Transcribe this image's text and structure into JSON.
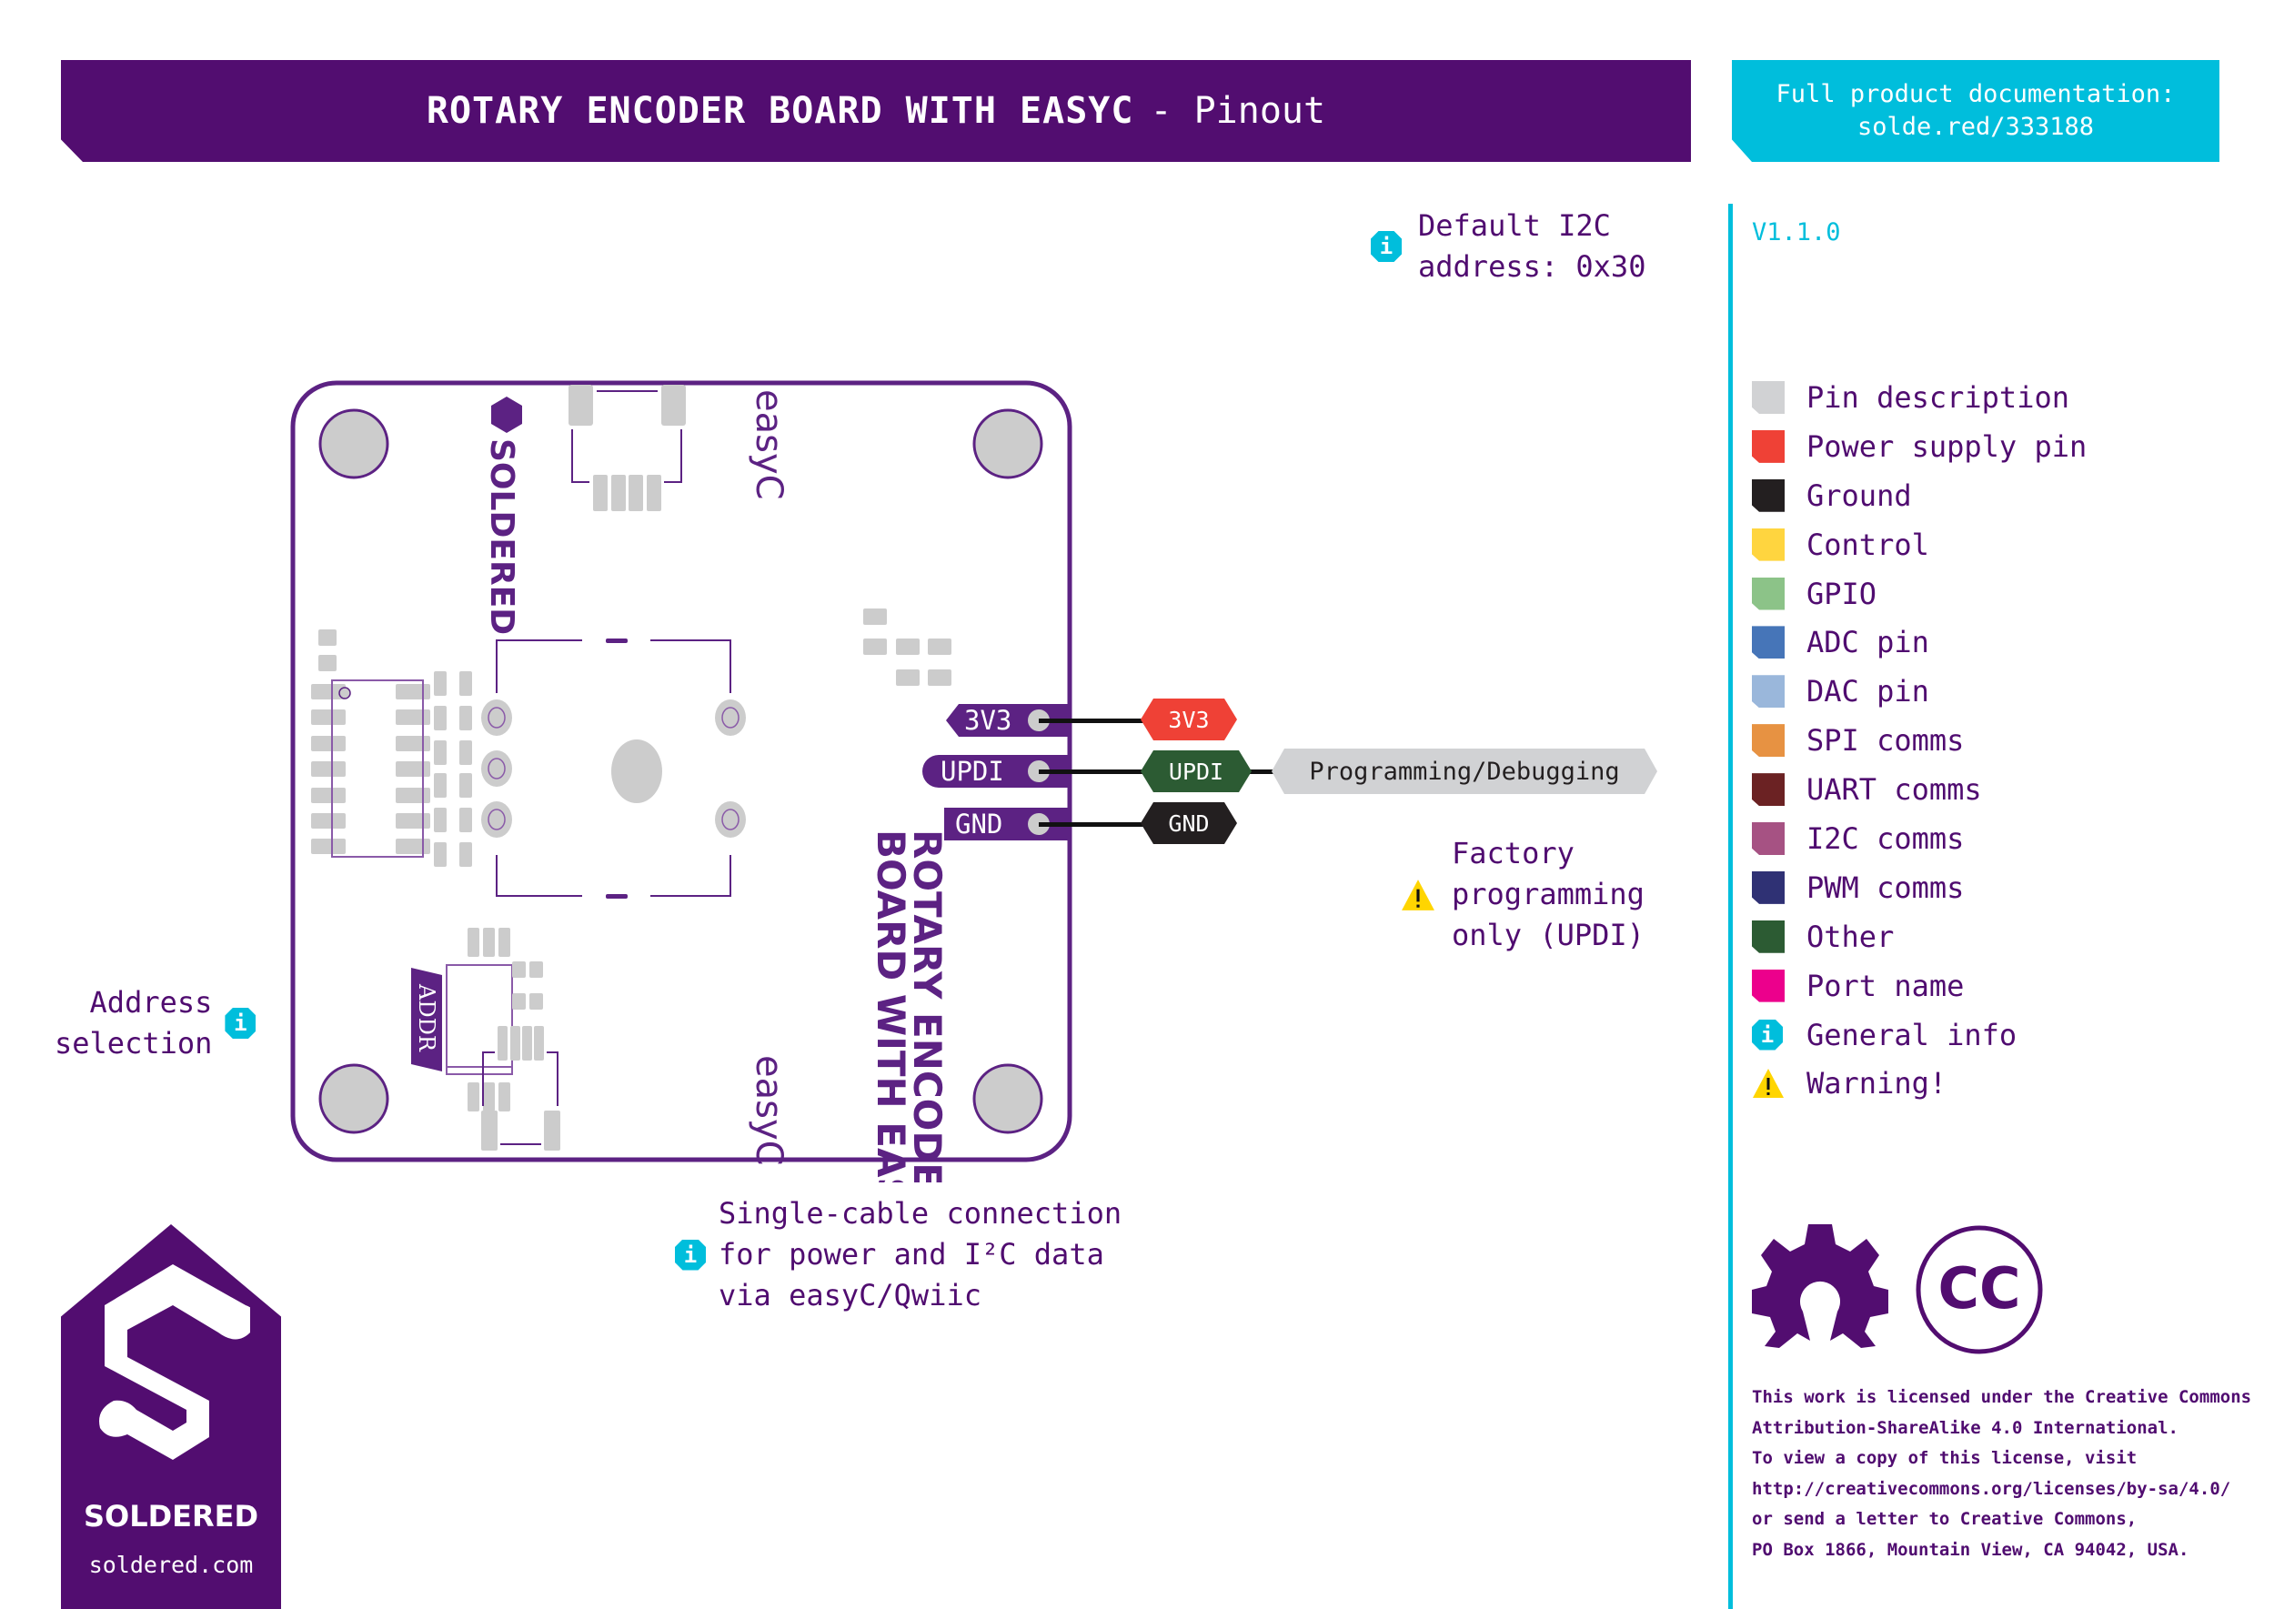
{
  "header": {
    "title_bold": "ROTARY ENCODER BOARD WITH EASYC",
    "title_rest": "- Pinout"
  },
  "docs": {
    "line1": "Full product documentation:",
    "line2": "solde.red/333188"
  },
  "version": "V1.1.0",
  "legend": [
    {
      "label": "Pin description",
      "color": "#d1d2d4",
      "icon": "swatch"
    },
    {
      "label": "Power supply pin",
      "color": "#ef4136",
      "icon": "swatch"
    },
    {
      "label": "Ground",
      "color": "#231f20",
      "icon": "swatch"
    },
    {
      "label": "Control",
      "color": "#ffd53f",
      "icon": "swatch"
    },
    {
      "label": "GPIO",
      "color": "#8cc388",
      "icon": "swatch"
    },
    {
      "label": "ADC pin",
      "color": "#4675b8",
      "icon": "swatch"
    },
    {
      "label": "DAC pin",
      "color": "#9ab7db",
      "icon": "swatch"
    },
    {
      "label": "SPI comms",
      "color": "#e79242",
      "icon": "swatch"
    },
    {
      "label": "UART comms",
      "color": "#6b2223",
      "icon": "swatch"
    },
    {
      "label": "I2C comms",
      "color": "#a65283",
      "icon": "swatch"
    },
    {
      "label": "PWM comms",
      "color": "#2f3174",
      "icon": "swatch"
    },
    {
      "label": "Other",
      "color": "#2c5b33",
      "icon": "swatch"
    },
    {
      "label": "Port name",
      "color": "#ec008c",
      "icon": "swatch"
    },
    {
      "label": "General info",
      "color": "#00bedc",
      "icon": "info-icon"
    },
    {
      "label": "Warning!",
      "color": "#ffd500",
      "icon": "warning-icon"
    }
  ],
  "notes": {
    "i2c_address": [
      "Default I2C",
      "address: 0x30"
    ],
    "address_selection": [
      "Address",
      "selection"
    ],
    "easyc": [
      "Single-cable connection",
      "for power and I²C data",
      "via easyC/Qwiic"
    ],
    "factory": [
      "Factory",
      "programming",
      "only (UPDI)"
    ]
  },
  "board": {
    "brand_silk": "SOLDERED",
    "name_silk_line1": "ROTARY ENCODER",
    "name_silk_line2": "BOARD WITH EASYC",
    "connector_top": "easyC",
    "connector_bottom": "easyC",
    "addr_label": "ADDR"
  },
  "pins": [
    {
      "board_label": "3V3",
      "tags": [
        {
          "text": "3V3",
          "color": "#ef4136",
          "text_color": "#ffffff"
        }
      ]
    },
    {
      "board_label": "UPDI",
      "tags": [
        {
          "text": "UPDI",
          "color": "#2c5b33",
          "text_color": "#ffffff"
        },
        {
          "text": "Programming/Debugging",
          "color": "#d1d2d4",
          "text_color": "#231f20"
        }
      ]
    },
    {
      "board_label": "GND",
      "tags": [
        {
          "text": "GND",
          "color": "#231f20",
          "text_color": "#ffffff"
        }
      ]
    }
  ],
  "logo": {
    "name": "SOLDERED",
    "url": "soldered.com"
  },
  "license": [
    "This work is licensed under the Creative Commons",
    "Attribution-ShareAlike 4.0 International.",
    "To view a copy of this license, visit",
    "http://creativecommons.org/licenses/by-sa/4.0/",
    "or send a letter to Creative Commons,",
    "PO Box 1866, Mountain View, CA 94042, USA."
  ],
  "cc_badge": "CC",
  "colors": {
    "brand": "#520d70",
    "accent": "#00bedc",
    "pad": "#cccccc"
  }
}
